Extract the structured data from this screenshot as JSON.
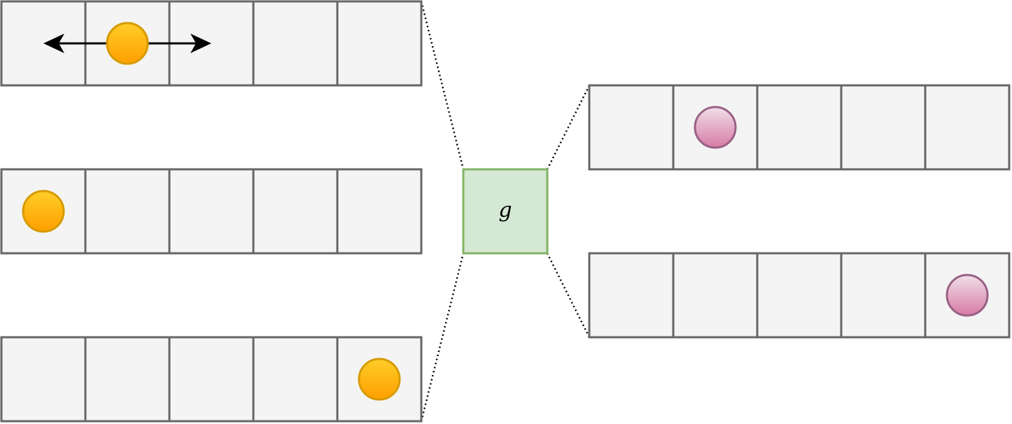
{
  "function_label": "g",
  "colors": {
    "cell_fill": "#f4f4f4",
    "cell_stroke": "#666666",
    "orange_top": "#ffcd28",
    "orange_bottom": "#ff9f00",
    "orange_stroke": "#d79b00",
    "pink_top": "#f0e0e8",
    "pink_bottom": "#d67aa5",
    "pink_stroke": "#996185",
    "box_fill": "#d5e8d4",
    "box_stroke": "#82b366"
  },
  "input_grids": [
    {
      "cells": 5,
      "ball_cell": 1,
      "ball_color": "orange",
      "bidirectional_arrow": true
    },
    {
      "cells": 5,
      "ball_cell": 0,
      "ball_color": "orange",
      "bidirectional_arrow": false
    },
    {
      "cells": 5,
      "ball_cell": 4,
      "ball_color": "orange",
      "bidirectional_arrow": false
    }
  ],
  "output_grids": [
    {
      "cells": 5,
      "ball_cell": 1,
      "ball_color": "pink"
    },
    {
      "cells": 5,
      "ball_cell": 4,
      "ball_color": "pink"
    }
  ]
}
